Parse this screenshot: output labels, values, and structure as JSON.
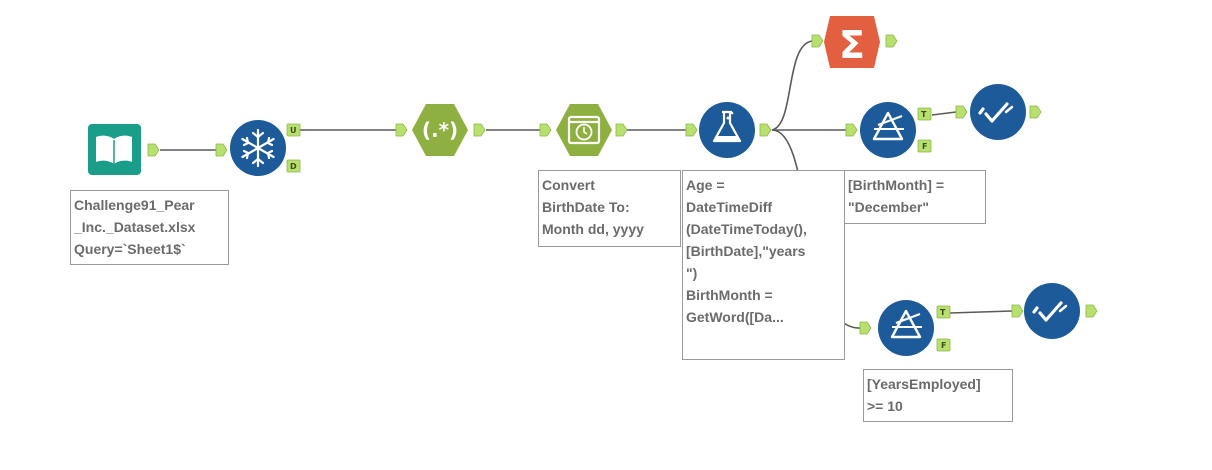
{
  "workflow": {
    "tools": [
      {
        "id": "input",
        "type": "input-data",
        "color": "#1a9e8a"
      },
      {
        "id": "unique",
        "type": "unique",
        "color": "#1d5a99",
        "anchors": [
          "U",
          "D"
        ]
      },
      {
        "id": "regex",
        "type": "regex",
        "color": "#8db040",
        "label": "(.*)"
      },
      {
        "id": "datetime",
        "type": "datetime",
        "color": "#8db040"
      },
      {
        "id": "formula",
        "type": "formula",
        "color": "#1d5a99"
      },
      {
        "id": "summarize",
        "type": "summarize",
        "color": "#e2603f",
        "label": "Σ"
      },
      {
        "id": "filter1",
        "type": "filter",
        "color": "#1d5a99",
        "anchors": [
          "T",
          "F"
        ]
      },
      {
        "id": "test1",
        "type": "test",
        "color": "#1d5a99"
      },
      {
        "id": "filter2",
        "type": "filter",
        "color": "#1d5a99",
        "anchors": [
          "T",
          "F"
        ]
      },
      {
        "id": "test2",
        "type": "test",
        "color": "#1d5a99"
      }
    ],
    "annotations": {
      "input": "Challenge91_Pear\n_Inc._Dataset.xlsx\nQuery=`Sheet1$`",
      "datetime": "Convert\nBirthDate To:\nMonth dd, yyyy",
      "formula": "Age =\nDateTimeDiff\n(DateTimeToday(),\n[BirthDate],\"years\n\")\nBirthMonth =\nGetWord([Da...",
      "filter1": "[BirthMonth] =\n\"December\"",
      "filter2": "[YearsEmployed]\n>= 10"
    },
    "anchor_color": "#b7e06e"
  }
}
